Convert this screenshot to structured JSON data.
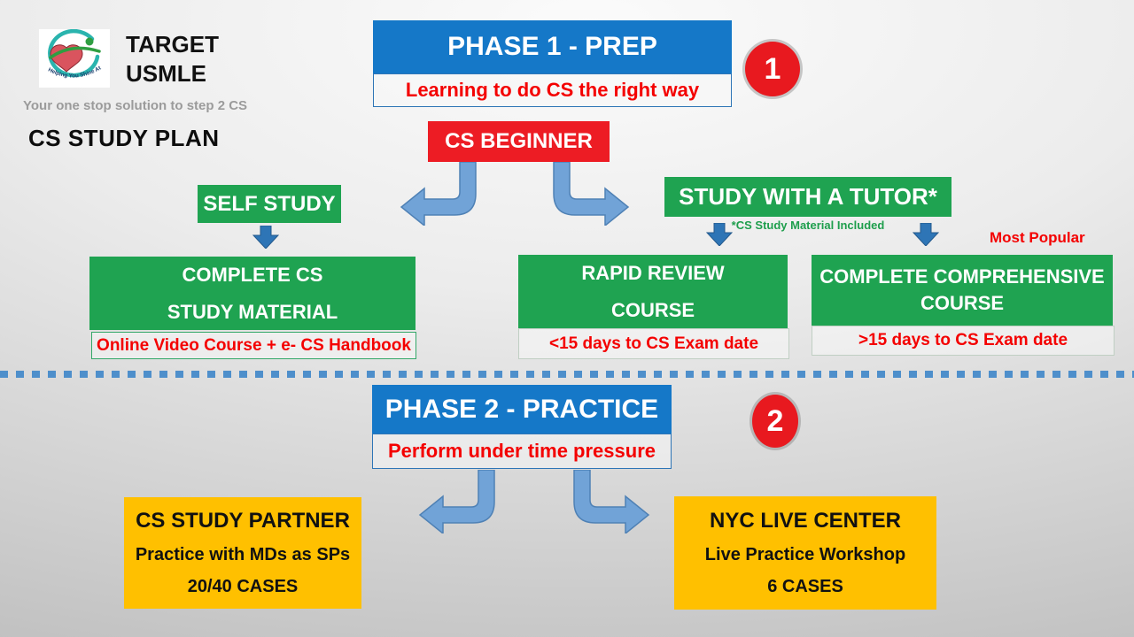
{
  "brand": {
    "line1": "TARGET",
    "line2": "USMLE",
    "tagline": "Your one stop solution to step 2 CS",
    "page_title": "CS STUDY PLAN",
    "logo_caption": "Helping You Shine At Your Best"
  },
  "phase1": {
    "title": "PHASE 1 - PREP",
    "subtitle": "Learning to do CS the right way",
    "badge": "1",
    "root_label": "CS BEGINNER",
    "self_study": {
      "label": "SELF STUDY",
      "card_line1": "COMPLETE CS",
      "card_line2": "STUDY MATERIAL",
      "note": "Online Video Course + e- CS Handbook"
    },
    "tutor": {
      "label": "STUDY WITH A TUTOR*",
      "footnote": "*CS Study Material Included",
      "most_popular": "Most Popular",
      "cards": [
        {
          "line1": "RAPID REVIEW",
          "line2": "COURSE",
          "note": "<15 days to CS Exam date"
        },
        {
          "line1": "COMPLETE COMPREHENSIVE",
          "line2": "COURSE",
          "note": ">15 days to CS Exam date"
        }
      ]
    }
  },
  "phase2": {
    "title": "PHASE 2 - PRACTICE",
    "subtitle": "Perform under time pressure",
    "badge": "2",
    "cards": [
      {
        "line1": "CS STUDY PARTNER",
        "line2": "Practice with MDs as SPs",
        "line3": "20/40 CASES"
      },
      {
        "line1": "NYC LIVE CENTER",
        "line2": "Live Practice Workshop",
        "line3": "6 CASES"
      }
    ]
  },
  "colors": {
    "phase_blue": "#1578C8",
    "node_green": "#1FA351",
    "alert_red": "#ED1C24",
    "text_red": "#F40000",
    "card_orange": "#FFC000",
    "arrow_light_blue": "#71A3D7",
    "arrow_dark_blue": "#2E75B6",
    "divider_blue": "#4E8FCB"
  }
}
